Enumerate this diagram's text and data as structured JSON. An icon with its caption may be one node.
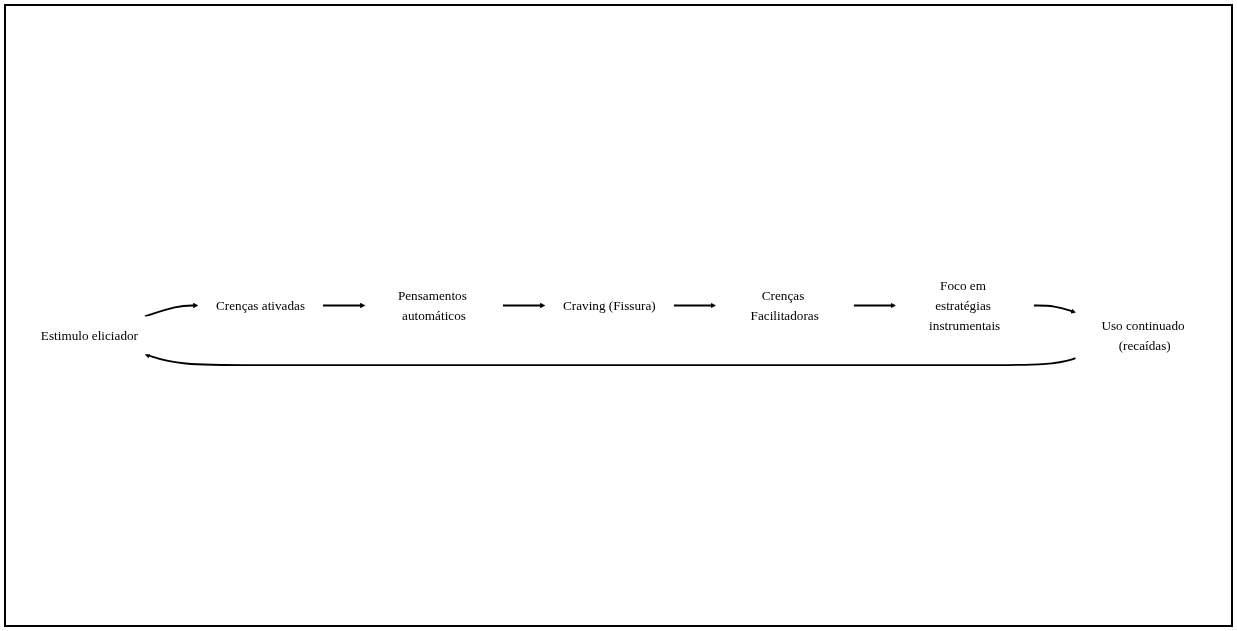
{
  "diagram": {
    "nodes": [
      {
        "text": [
          "Estimulo eliciador"
        ]
      },
      {
        "text": [
          "Crenças ativadas"
        ]
      },
      {
        "text": [
          "Pensamentos automáticos"
        ]
      },
      {
        "text": [
          "Craving (Fissura)"
        ]
      },
      {
        "text": [
          "Crenças Facilitadoras"
        ]
      },
      {
        "text": [
          "Foco em estratégias instrumentais"
        ]
      },
      {
        "text": [
          "Uso continuado (recaídas)"
        ]
      }
    ],
    "edges": [
      {
        "from": 0,
        "to": 1,
        "arrow": "to"
      },
      {
        "from": 1,
        "to": 2,
        "arrow": "to"
      },
      {
        "from": 2,
        "to": 3,
        "arrow": "to"
      },
      {
        "from": 3,
        "to": 4,
        "arrow": "to"
      },
      {
        "from": 4,
        "to": 5,
        "arrow": "to"
      },
      {
        "from": 5,
        "to": 6,
        "arrow": "to"
      },
      {
        "from": 6,
        "to": 0,
        "arrow": "to"
      }
    ]
  }
}
